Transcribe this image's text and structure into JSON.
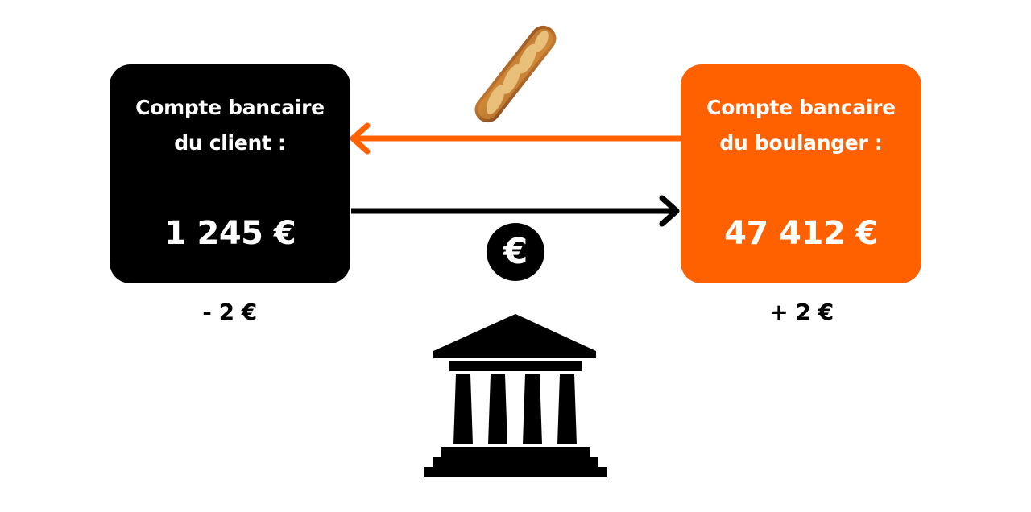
{
  "colors": {
    "client_box": "#000000",
    "baker_box": "#ff6000",
    "bread_arrow": "#ff6000",
    "money_arrow": "#000000",
    "text_on_box": "#ffffff"
  },
  "client_account": {
    "title_line1": "Compte bancaire",
    "title_line2": "du client :",
    "balance": "1 245 €",
    "change": "- 2 €"
  },
  "baker_account": {
    "title_line1": "Compte bancaire",
    "title_line2": "du boulanger :",
    "balance": "47 412 €",
    "change": "+ 2 €"
  },
  "flows": [
    {
      "from": "baker_account",
      "to": "client_account",
      "icon": "baguette-icon",
      "color": "#ff6000"
    },
    {
      "from": "client_account",
      "to": "baker_account",
      "icon": "euro-coin-icon",
      "color": "#000000"
    }
  ],
  "icons": {
    "euro_symbol": "€",
    "bank": "bank-building-icon",
    "bread": "baguette-icon"
  }
}
